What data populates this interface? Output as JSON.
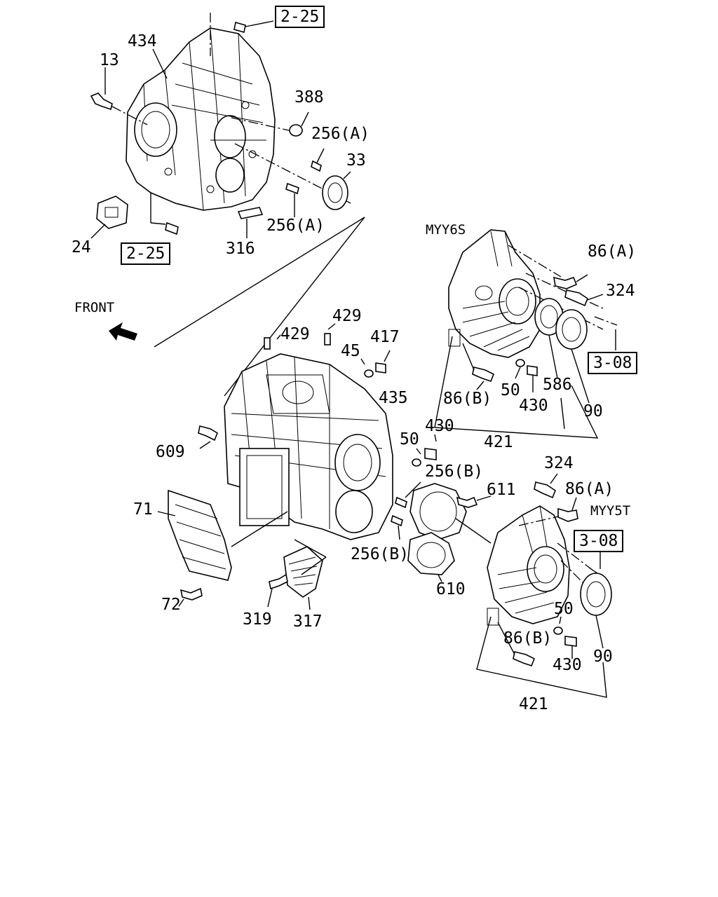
{
  "labels": {
    "l434": "434",
    "l13": "13",
    "l388": "388",
    "l256a_1": "256(A)",
    "l33": "33",
    "l256a_2": "256(A)",
    "l24": "24",
    "l316": "316",
    "lfront": "FRONT",
    "l429_1": "429",
    "l429_2": "429",
    "l45": "45",
    "l417": "417",
    "l435": "435",
    "l609": "609",
    "l430_1": "430",
    "l50_1": "50",
    "l256b_1": "256(B)",
    "l611": "611",
    "l71": "71",
    "l256b_2": "256(B)",
    "l610": "610",
    "l72": "72",
    "l319": "319",
    "l317": "317",
    "lmyy6s": "MYY6S",
    "l86a_1": "86(A)",
    "l324_1": "324",
    "l86b_1": "86(B)",
    "l50_2": "50",
    "l430_2": "430",
    "l586": "586",
    "l90_1": "90",
    "l421_1": "421",
    "l324_2": "324",
    "l86a_2": "86(A)",
    "lmyy5t": "MYY5T",
    "l50_3": "50",
    "l86b_2": "86(B)",
    "l430_3": "430",
    "l90_2": "90",
    "l421_2": "421"
  },
  "refs": {
    "r225_top": "2-25",
    "r225_bottom": "2-25",
    "r308_upper": "3-08",
    "r308_lower": "3-08"
  }
}
